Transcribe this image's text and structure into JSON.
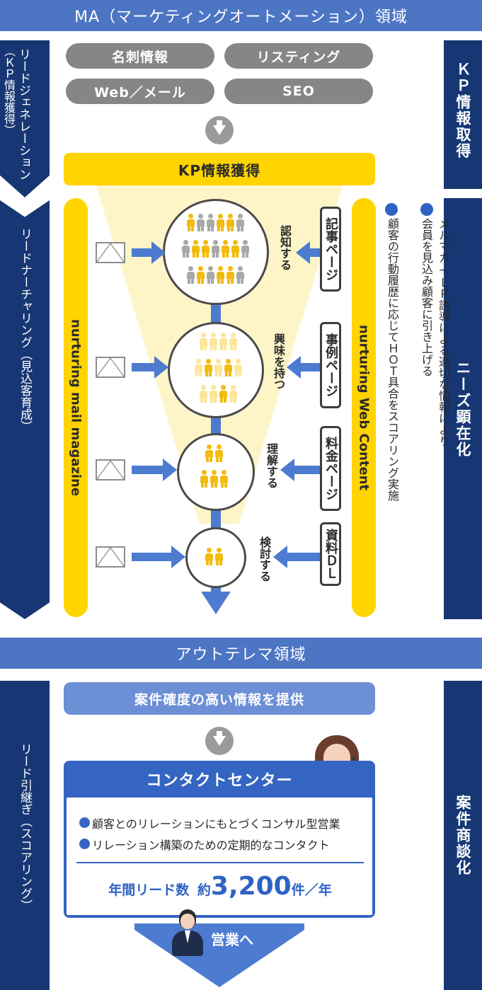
{
  "top_band": "MA（マーケティングオートメーション）領域",
  "left": {
    "lead_generation": "リードジェネレーション",
    "lead_generation_sub": "（ＫＰ情報獲得）",
    "lead_nurturing": "リードナーチャリング（見込客育成）",
    "lead_handover": "リード引継ぎ（スコアリング）"
  },
  "right": {
    "kp": "ＫＰ情報取得",
    "needs": "ニーズ顕在化",
    "deal": "案件商談化"
  },
  "sources": [
    "名刺情報",
    "リスティング",
    "Web／メール",
    "SEO"
  ],
  "kp_bar": "KP情報獲得",
  "nurturing_mail": "nurturing mail magazine",
  "nurturing_web": "nurturing Web Content",
  "stages": [
    "認知する",
    "興味を持つ",
    "理解する",
    "検討する"
  ],
  "web_pages": [
    "記事ページ",
    "事例ページ",
    "料金ページ",
    "資料ＤＬ"
  ],
  "notes": [
    "メルマガ~ＬＰ誘導による適切な情報により、会員を見込み顧客に引き上げる",
    "顧客の行動履歴に応じてＨＯＴ具合をスコアリング実施"
  ],
  "outbound_band": "アウトテレマ領域",
  "provide": "案件確度の高い情報を提供",
  "contact_center": {
    "title": "コンタクトセンター",
    "items": [
      "顧客とのリレーションにもとづくコンサル型営業",
      "リレーション構築のための定期的なコンタクト"
    ],
    "leads_label": "年間リード数",
    "leads_prefix": "約",
    "leads_value": "3,200",
    "leads_unit": "件／年"
  },
  "to_sales": "営業へ",
  "colors": {
    "navy": "#173774",
    "blue": "#4c75c4",
    "yellow": "#ffd400",
    "arrow": "#4c7bd0"
  }
}
